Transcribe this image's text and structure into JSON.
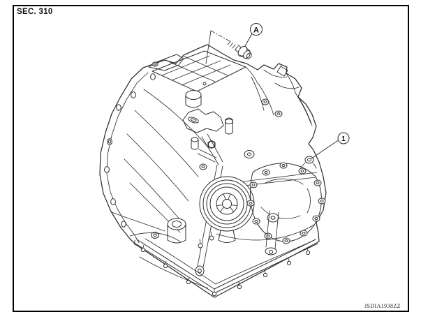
{
  "figure": {
    "section_label": "SEC. 310",
    "figure_code": "JSDIA1938ZZ",
    "callouts": [
      {
        "label": "A",
        "style": "circled-letter"
      },
      {
        "label": "1",
        "style": "circled-number"
      }
    ],
    "colors": {
      "line": "#2e2e2e",
      "border": "#000000",
      "background": "#ffffff"
    }
  }
}
